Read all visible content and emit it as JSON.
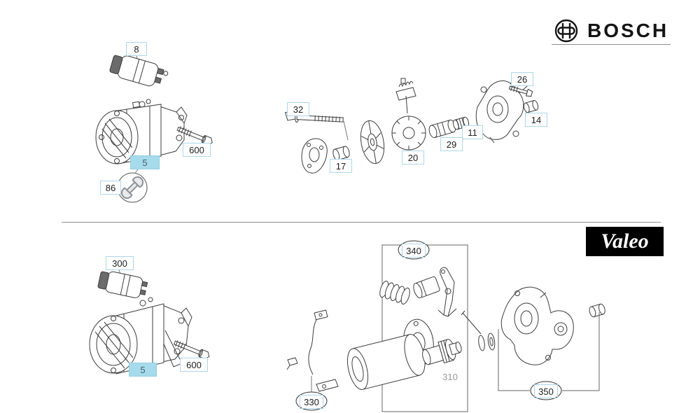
{
  "brands": {
    "bosch": "BOSCH",
    "valeo": "Valeo"
  },
  "colors": {
    "highlight_fill": "#a6dbeb",
    "callout_border": "#aed7e8",
    "line_color": "#3c3c3c",
    "muted_text": "#979797",
    "valeo_bg": "#000000"
  },
  "icons": {
    "wrench": "wrench-icon",
    "bosch_armature": "bosch-armature-icon"
  },
  "callouts": {
    "c8": {
      "text": "8",
      "selected": false
    },
    "c600_top": {
      "text": "600",
      "selected": false
    },
    "c5_top": {
      "text": "5",
      "selected": true
    },
    "c86": {
      "text": "86",
      "selected": false
    },
    "c32": {
      "text": "32",
      "selected": false
    },
    "c17": {
      "text": "17",
      "selected": false
    },
    "c20": {
      "text": "20",
      "selected": false
    },
    "c29": {
      "text": "29",
      "selected": false
    },
    "c11": {
      "text": "11",
      "selected": false
    },
    "c26": {
      "text": "26",
      "selected": false
    },
    "c14": {
      "text": "14",
      "selected": false
    },
    "c300": {
      "text": "300",
      "selected": false
    },
    "c5_bottom": {
      "text": "5",
      "selected": true
    },
    "c600_bottom": {
      "text": "600",
      "selected": false
    },
    "c340": {
      "text": "340",
      "selected": false
    },
    "c330": {
      "text": "330",
      "selected": false
    },
    "c350": {
      "text": "350",
      "selected": false
    },
    "c310": {
      "text": "310",
      "selected": false,
      "muted": true
    }
  }
}
